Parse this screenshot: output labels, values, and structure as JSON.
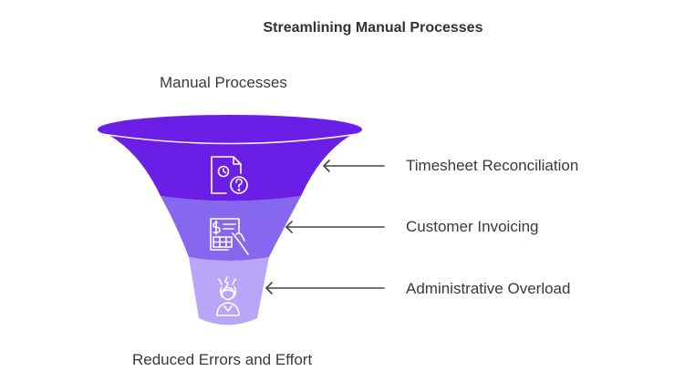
{
  "title": "Streamlining Manual Processes",
  "top_label": "Manual Processes",
  "bottom_label": "Reduced Errors and Effort",
  "stages": [
    {
      "label": "Timesheet Reconciliation",
      "icon": "timesheet-question-icon",
      "color": "#6b1fe6"
    },
    {
      "label": "Customer Invoicing",
      "icon": "invoice-hand-icon",
      "color": "#8668ef"
    },
    {
      "label": "Administrative Overload",
      "icon": "stressed-person-icon",
      "color": "#b9a6f7"
    }
  ],
  "colors": {
    "rim": "#6b1fe6",
    "arrow": "#444444",
    "icon_stroke": "#ffffff"
  }
}
